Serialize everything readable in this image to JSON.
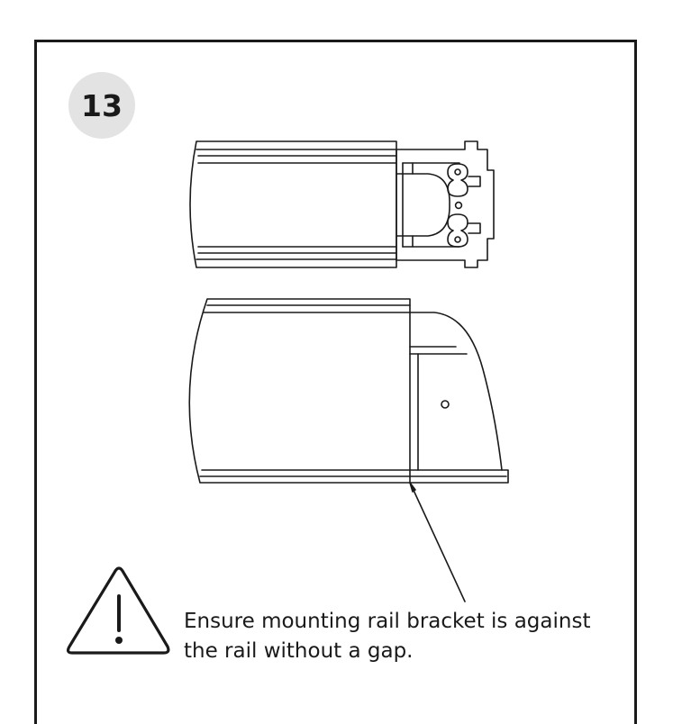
{
  "step": {
    "number": "13"
  },
  "note": {
    "line1": "Ensure mounting rail bracket is against",
    "line2": "the rail without a gap."
  },
  "icons": {
    "warning": "warning-triangle-icon"
  },
  "colors": {
    "line": "#1a1a1a",
    "badge": "#e3e3e3",
    "background": "#ffffff"
  }
}
